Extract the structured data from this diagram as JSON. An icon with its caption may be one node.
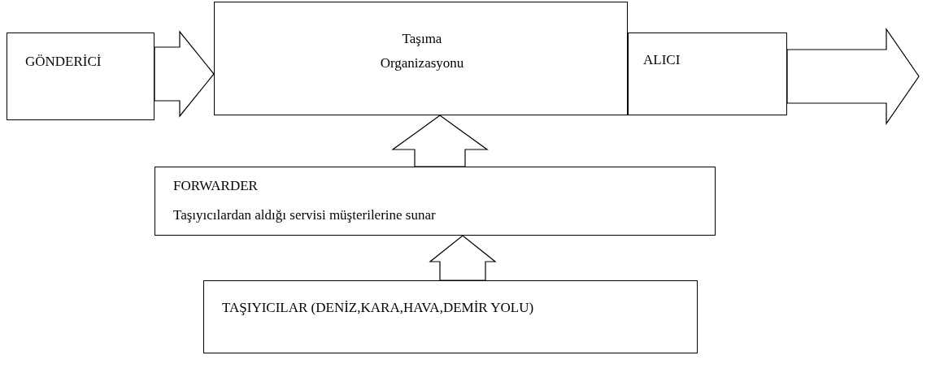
{
  "diagram": {
    "nodes": [
      {
        "text": [
          "GÖNDERİCİ"
        ]
      },
      {
        "text": [
          "Taşıma Organizasyonu"
        ]
      },
      {
        "text": [
          "ALICI"
        ]
      },
      {
        "text": [
          "FORWARDER",
          "Taşıyıcılardan aldığı servisi müşterilerine sunar"
        ]
      },
      {
        "text": [
          "TAŞIYICILAR (DENİZ,KARA,HAVA,DEMİR YOLU)"
        ]
      }
    ],
    "edges": [
      {
        "from": 0,
        "to": 1,
        "arrow": "to"
      },
      {
        "from": 3,
        "to": 1,
        "arrow": "to"
      },
      {
        "from": 4,
        "to": 3,
        "arrow": "to"
      },
      {
        "from": 2,
        "to": null,
        "arrow": "to"
      }
    ]
  }
}
